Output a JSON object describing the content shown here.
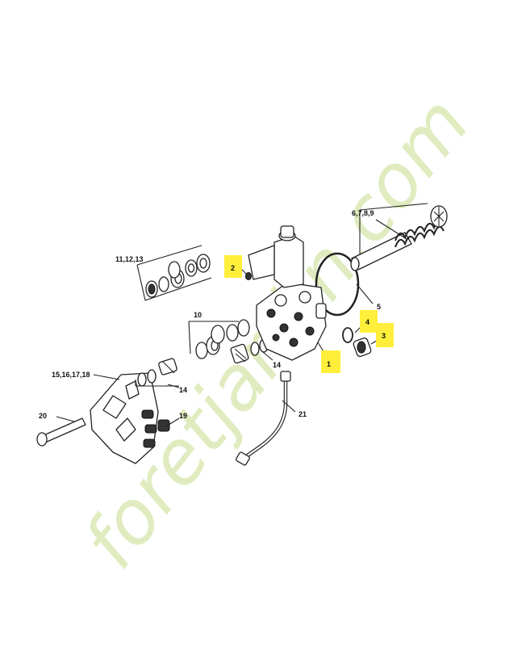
{
  "watermark": {
    "text": "foretjardin.com",
    "color_front": "#dbe9b4",
    "color_mid": "#e8cfae",
    "color_dot": "#cfd0c8"
  },
  "highlight_color": "#ffef3a",
  "callouts": [
    {
      "id": "1",
      "label": "1",
      "highlighted": true
    },
    {
      "id": "2",
      "label": "2",
      "highlighted": true
    },
    {
      "id": "3",
      "label": "3",
      "highlighted": true
    },
    {
      "id": "4",
      "label": "4",
      "highlighted": true
    },
    {
      "id": "5",
      "label": "5",
      "highlighted": false
    },
    {
      "id": "6-9",
      "label": "6,7,8,9",
      "highlighted": false
    },
    {
      "id": "10",
      "label": "10",
      "highlighted": false
    },
    {
      "id": "11-13",
      "label": "11,12,13",
      "highlighted": false
    },
    {
      "id": "14a",
      "label": "14",
      "highlighted": false
    },
    {
      "id": "14b",
      "label": "14",
      "highlighted": false
    },
    {
      "id": "15-18",
      "label": "15,16,17,18",
      "highlighted": false
    },
    {
      "id": "19",
      "label": "19",
      "highlighted": false
    },
    {
      "id": "20",
      "label": "20",
      "highlighted": false
    },
    {
      "id": "21",
      "label": "21",
      "highlighted": false
    }
  ]
}
